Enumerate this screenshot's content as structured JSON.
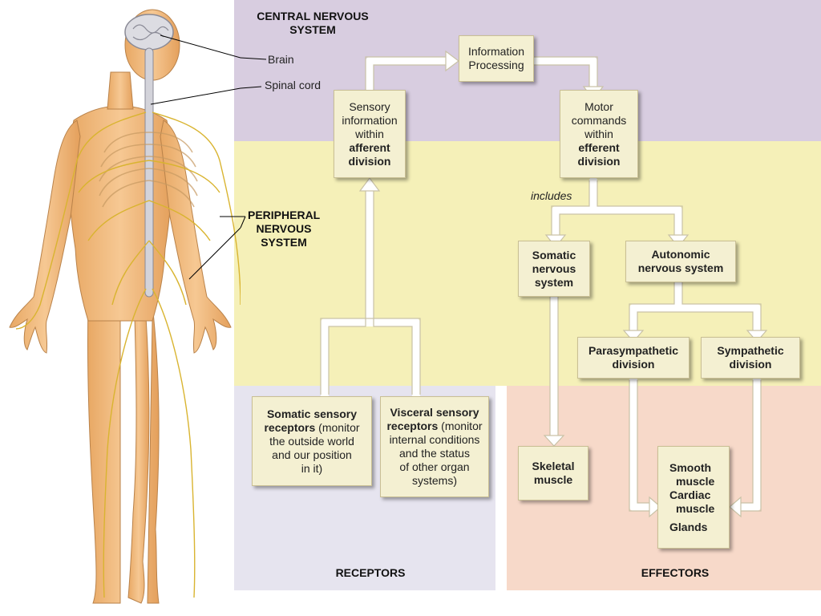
{
  "regions": {
    "cns_title_1": "CENTRAL NERVOUS",
    "cns_title_2": "SYSTEM",
    "pns_title_1": "PERIPHERAL",
    "pns_title_2": "NERVOUS",
    "pns_title_3": "SYSTEM",
    "receptors": "RECEPTORS",
    "effectors": "EFFECTORS"
  },
  "body_labels": {
    "brain": "Brain",
    "spinal_1": "Spinal",
    "spinal_2": "cord"
  },
  "boxes": {
    "info_processing": [
      "Information",
      "Processing"
    ],
    "sensory": [
      "Sensory",
      "information",
      "within"
    ],
    "sensory_bold": [
      "afferent",
      "division"
    ],
    "motor": [
      "Motor",
      "commands",
      "within"
    ],
    "motor_bold": [
      "efferent",
      "division"
    ],
    "includes": "includes",
    "somatic_ns": [
      "Somatic",
      "nervous",
      "system"
    ],
    "autonomic_ns": [
      "Autonomic",
      "nervous system"
    ],
    "parasympathetic": [
      "Parasympathetic",
      "division"
    ],
    "sympathetic": [
      "Sympathetic",
      "division"
    ],
    "somatic_receptors_bold": [
      "Somatic sensory",
      "receptors"
    ],
    "somatic_receptors_rest": [
      " (monitor",
      "the outside world",
      "and our position",
      "in it)"
    ],
    "visceral_receptors_bold": [
      "Visceral sensory",
      "receptors"
    ],
    "visceral_receptors_rest": [
      " (monitor",
      "internal conditions",
      "and the status",
      "of other organ",
      "systems)"
    ],
    "skeletal": [
      "Skeletal",
      "muscle"
    ],
    "effectors_list": [
      "Smooth",
      "muscle",
      "Cardiac",
      "muscle",
      "Glands"
    ]
  },
  "colors": {
    "cns_bg": "#d8cde0",
    "pns_bg": "#f5f0b8",
    "receptors_bg": "#e6e4ef",
    "effectors_bg": "#f7d9c9",
    "box_bg": "#f4f0d2",
    "skin": "#f0b77a",
    "nerve": "#d9b430"
  }
}
